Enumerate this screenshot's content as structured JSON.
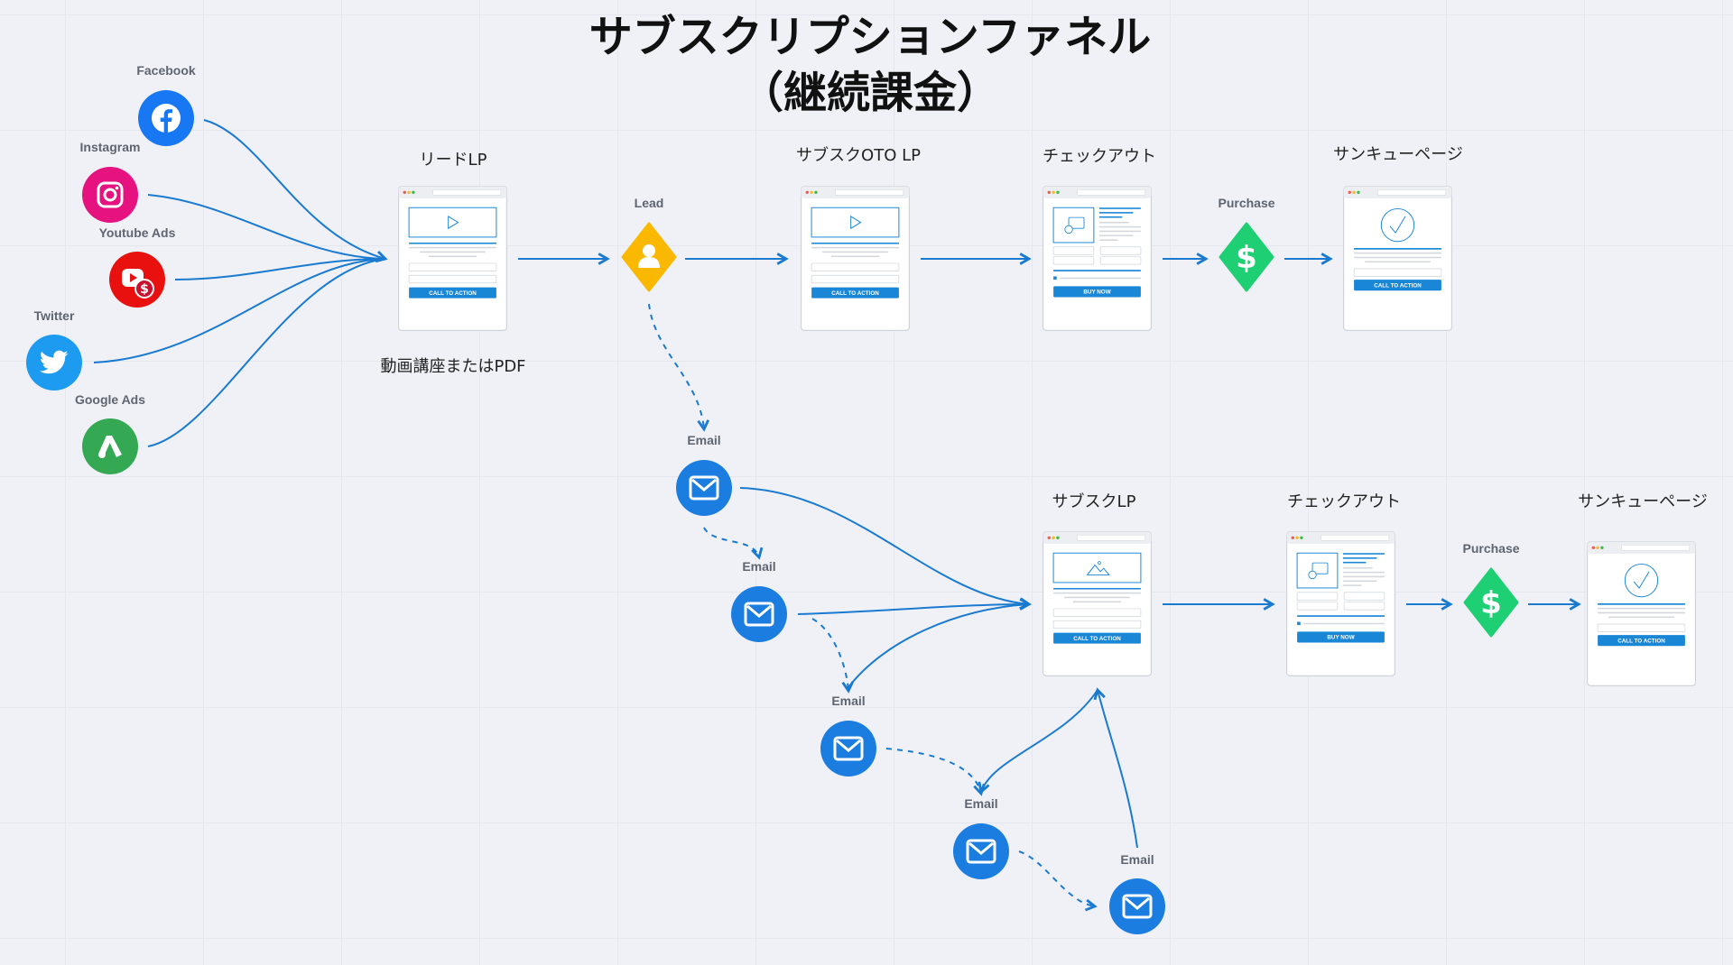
{
  "title": {
    "line1": "サブスクリプションファネル",
    "line2": "（継続課金）"
  },
  "colors": {
    "flow": "#1a7ad0",
    "lead": "#fbb800",
    "purchase": "#1ecf73",
    "email": "#1b7de0",
    "facebook": "#1877f2",
    "instagram": "#e6127f",
    "youtube": "#e8110f",
    "twitter": "#1d9bf0",
    "google_ads": "#34a853"
  },
  "sources": [
    {
      "label": "Facebook",
      "icon": "facebook-icon"
    },
    {
      "label": "Instagram",
      "icon": "instagram-icon"
    },
    {
      "label": "Youtube Ads",
      "icon": "youtube-ads-icon"
    },
    {
      "label": "Twitter",
      "icon": "twitter-icon"
    },
    {
      "label": "Google Ads",
      "icon": "google-ads-icon"
    }
  ],
  "top_row": {
    "lead_lp": {
      "label": "リードLP",
      "caption": "動画講座またはPDF",
      "button": "CALL TO ACTION"
    },
    "lead": {
      "label": "Lead"
    },
    "oto_lp": {
      "label": "サブスクOTO LP",
      "button": "CALL TO ACTION"
    },
    "checkout": {
      "label": "チェックアウト",
      "button": "BUY NOW"
    },
    "purchase": {
      "label": "Purchase"
    },
    "thanks": {
      "label": "サンキューページ",
      "button": "CALL TO ACTION"
    }
  },
  "bottom_row": {
    "sub_lp": {
      "label": "サブスクLP",
      "button": "CALL TO ACTION"
    },
    "checkout": {
      "label": "チェックアウト",
      "button": "BUY NOW"
    },
    "purchase": {
      "label": "Purchase"
    },
    "thanks": {
      "label": "サンキューページ",
      "button": "CALL TO ACTION"
    }
  },
  "emails": [
    {
      "label": "Email"
    },
    {
      "label": "Email"
    },
    {
      "label": "Email"
    },
    {
      "label": "Email"
    },
    {
      "label": "Email"
    }
  ]
}
